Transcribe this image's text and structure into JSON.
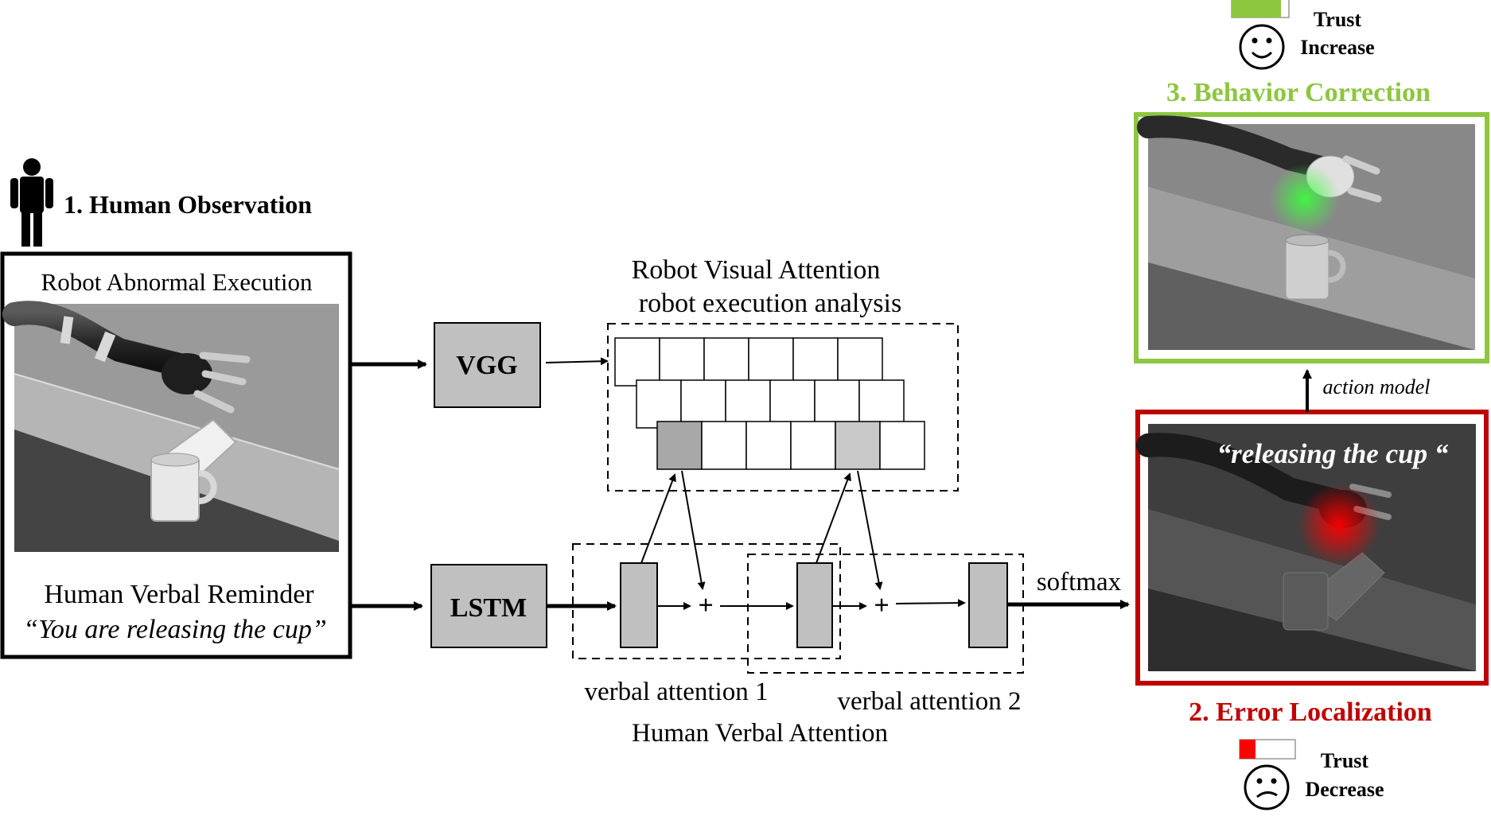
{
  "human_observation": {
    "title": "1. Human Observation",
    "execution_label": "Robot Abnormal Execution",
    "reminder_label": "Human Verbal Reminder",
    "reminder_quote": "“You are releasing the cup”"
  },
  "modules": {
    "vgg": "VGG",
    "lstm": "LSTM"
  },
  "visual_attention": {
    "title": "Robot Visual Attention",
    "subtitle": "robot execution analysis"
  },
  "verbal_attention": {
    "label_1": "verbal attention 1",
    "label_2": "verbal attention 2",
    "title": "Human Verbal Attention"
  },
  "softmax": "softmax",
  "error": {
    "title": "2. Error Localization",
    "quote": "“releasing the cup “",
    "trust_label": "Trust",
    "trust_change": "Decrease",
    "color": "#c00000"
  },
  "correction": {
    "title": "3. Behavior Correction",
    "trust_label": "Trust",
    "trust_change": "Increase",
    "color": "#8dc63f"
  },
  "action_model": "action model"
}
